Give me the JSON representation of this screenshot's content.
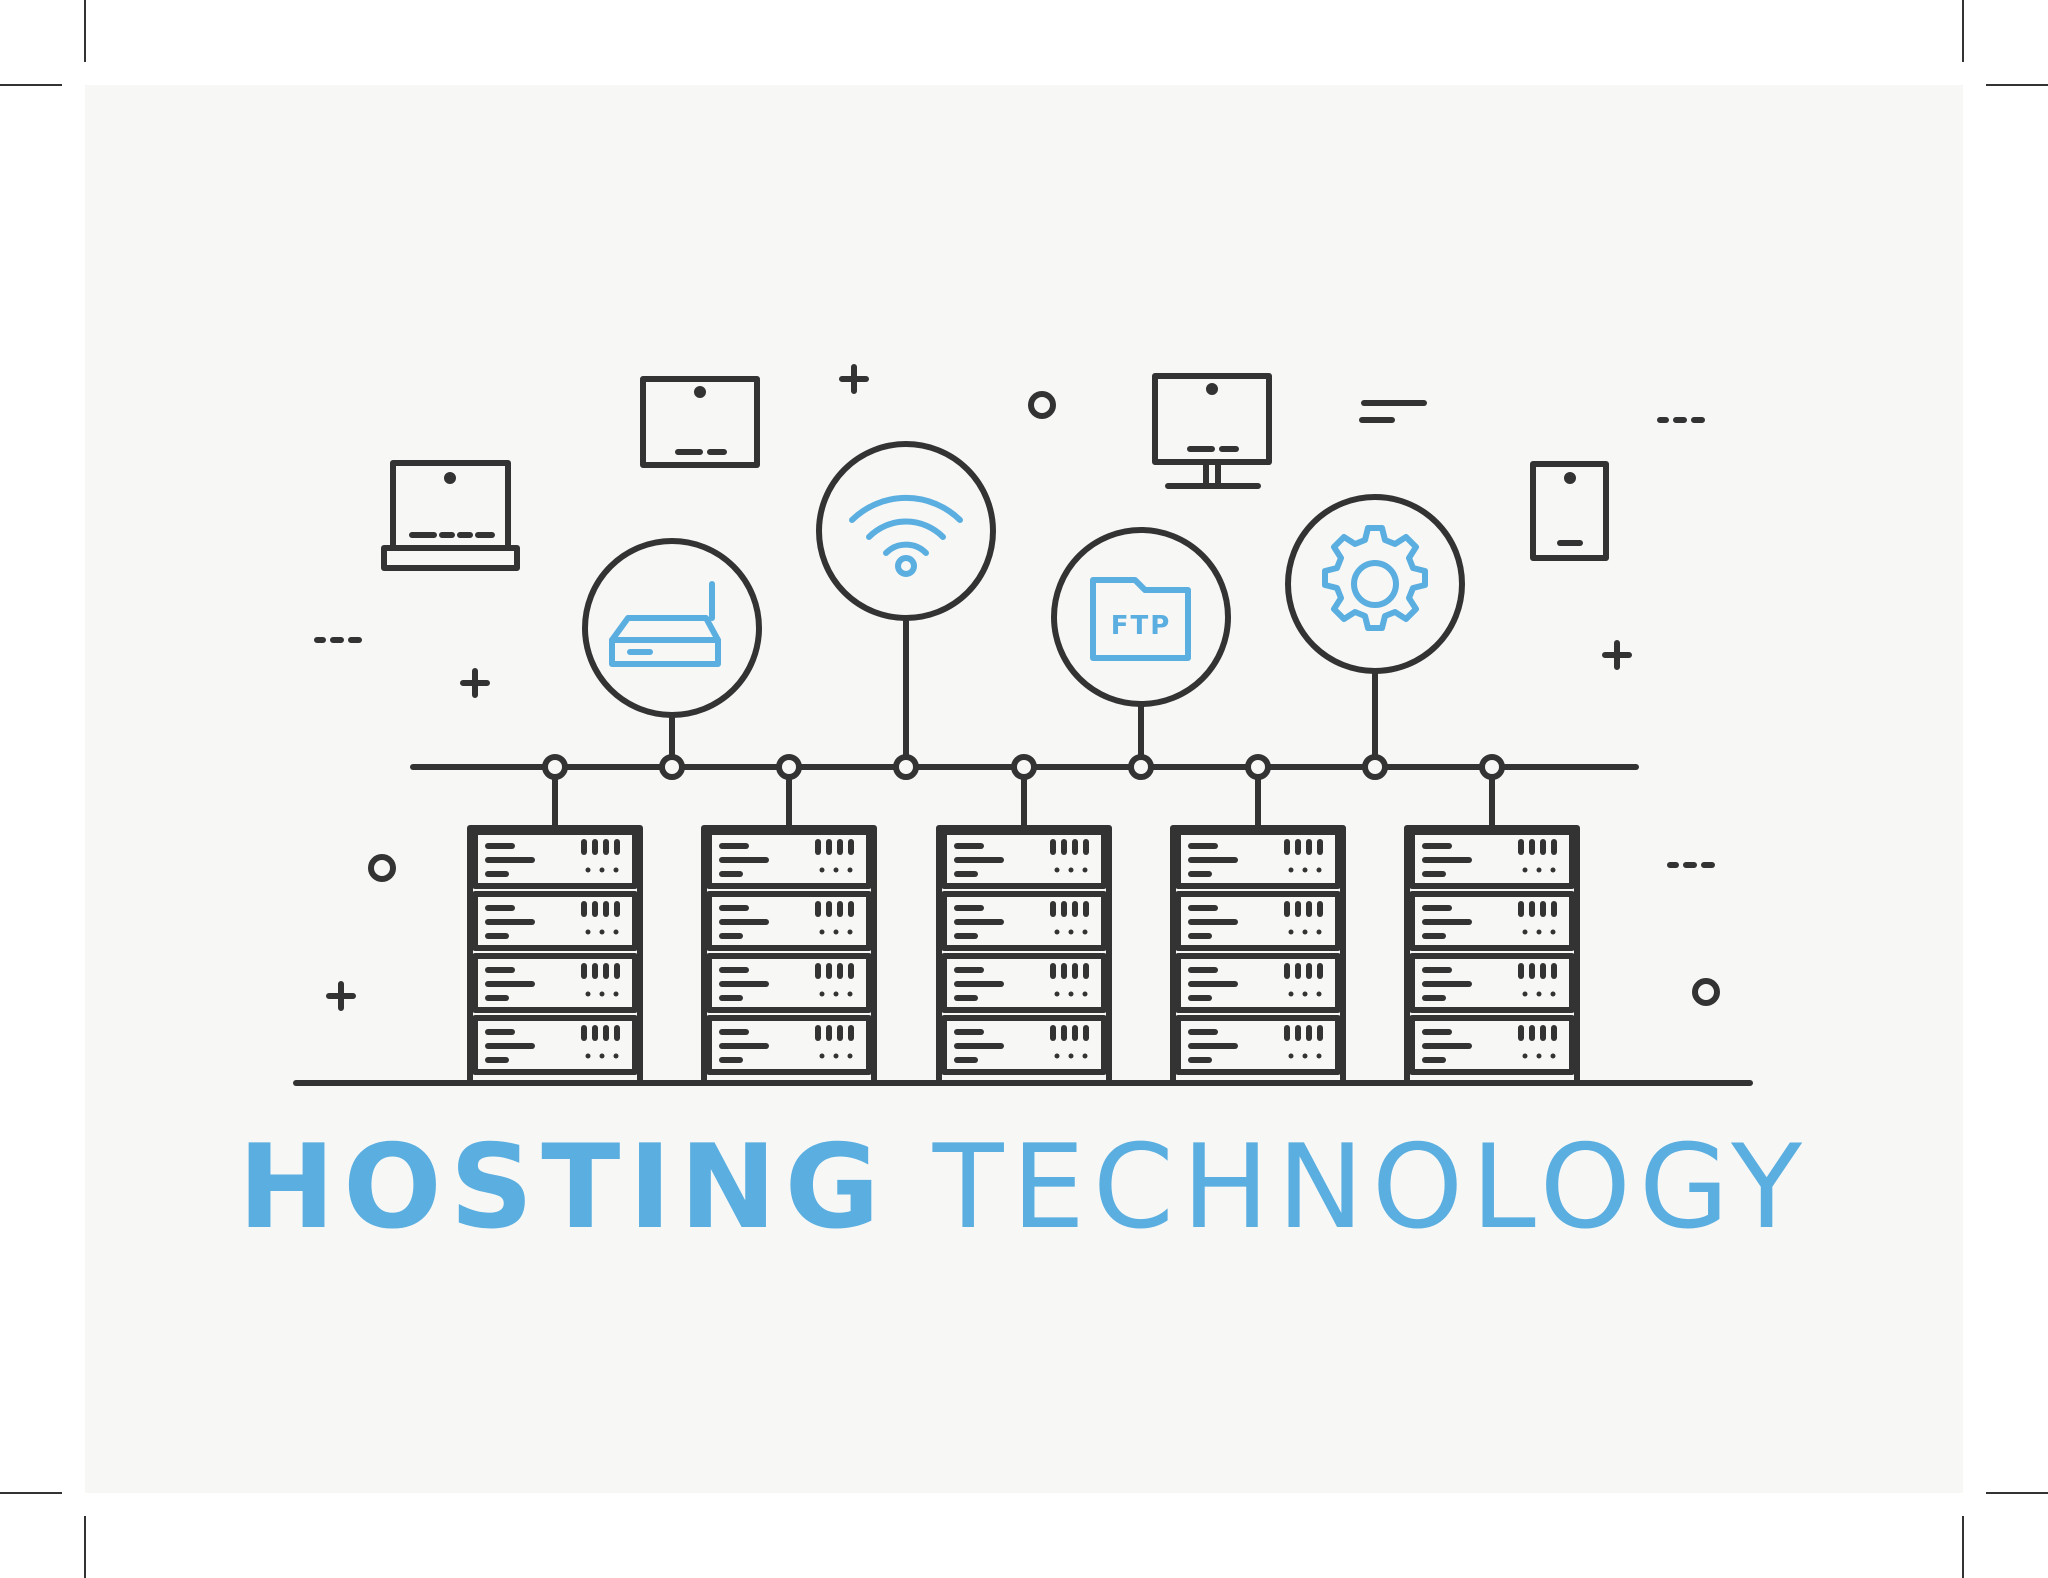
{
  "title": {
    "word1": "HOSTING",
    "word2": "TECHNOLOGY"
  },
  "icons": {
    "router": "router-icon",
    "wifi": "wifi-icon",
    "ftp": "FTP",
    "settings": "gear-icon",
    "devices": [
      "laptop-icon",
      "tablet-icon",
      "monitor-icon",
      "smartphone-icon"
    ]
  },
  "server_rack_count": 5,
  "colors": {
    "accent": "#5aaee0",
    "line": "#333333",
    "background": "#f8f8f7"
  }
}
